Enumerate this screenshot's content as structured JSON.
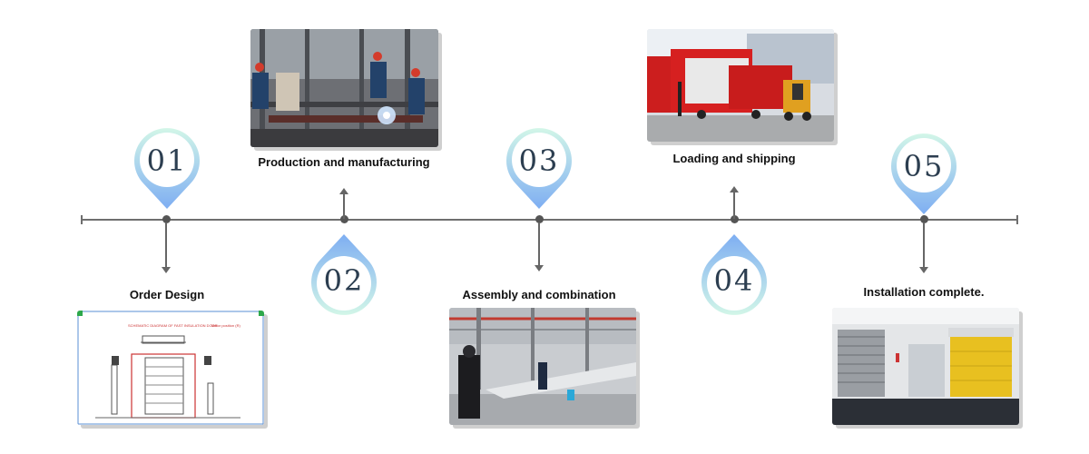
{
  "steps": [
    {
      "number": "01",
      "label": "Order Design"
    },
    {
      "number": "02",
      "label": "Production and manufacturing"
    },
    {
      "number": "03",
      "label": "Assembly and combination"
    },
    {
      "number": "04",
      "label": "Loading and shipping"
    },
    {
      "number": "05",
      "label": "Installation complete."
    }
  ],
  "drawing": {
    "heading": "SCHEMATIC DIAGRAM OF FAST INSULATION DOOR",
    "note": "Motor position (R)"
  },
  "colors": {
    "line": "#6f6f6f",
    "pin_gradient_start": "#c9f3e4",
    "pin_gradient_end": "#7fb0f0",
    "truck": "#d62020",
    "door_yellow": "#e8c020"
  }
}
